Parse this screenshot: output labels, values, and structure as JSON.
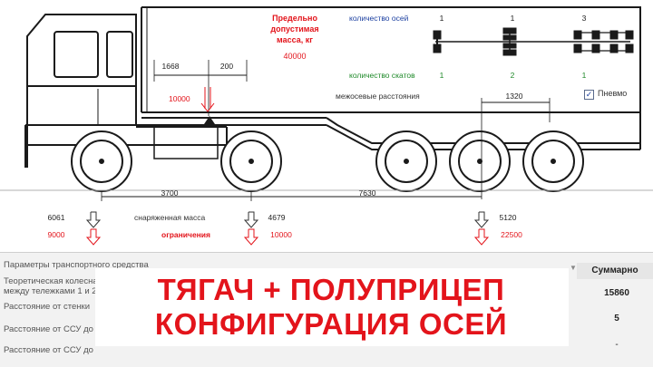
{
  "diagram": {
    "load_header": "Предельно допустимая масса, кг",
    "load_header_lines": [
      "Предельно",
      "допустимая",
      "масса, кг"
    ],
    "load_value": "40000",
    "axles_label": "количество осей",
    "axles_counts": [
      "1",
      "1",
      "3"
    ],
    "wheels_label": "количество скатов",
    "wheels_counts": [
      "1",
      "2",
      "1"
    ],
    "distances_label": "межосевые расстояния",
    "dim_1668": "1668",
    "dim_200": "200",
    "dim_1320": "1320",
    "kingpin_load": "10000",
    "dim_3700": "3700",
    "dim_7630": "7630",
    "pneumo_label": "Пневмо",
    "pneumo_checked": "✓",
    "mass_row": {
      "label": "снаряженная масса",
      "values": [
        "6061",
        "4679",
        "5120"
      ]
    },
    "limit_row": {
      "label": "ограничения",
      "values": [
        "9000",
        "10000",
        "22500"
      ]
    }
  },
  "params": {
    "title": "Параметры транспортного средства",
    "row1_line1": "Теоретическая колесная",
    "row1_line2": "между тележками 1 и 2",
    "row2": "Расстояние от стенки",
    "row3": "Расстояние от ССУ до",
    "row4": "Расстояние от ССУ до",
    "summary_header": "Суммарно",
    "summary_values": [
      "15860",
      "5",
      "-"
    ]
  },
  "banner": {
    "line1": "ТЯГАЧ + ПОЛУПРИЦЕП",
    "line2": "КОНФИГУРАЦИЯ ОСЕЙ"
  },
  "colors": {
    "red": "#e3141b",
    "blue": "#1b3fa0",
    "green": "#1f8a2a",
    "line": "#1a1a1a"
  }
}
